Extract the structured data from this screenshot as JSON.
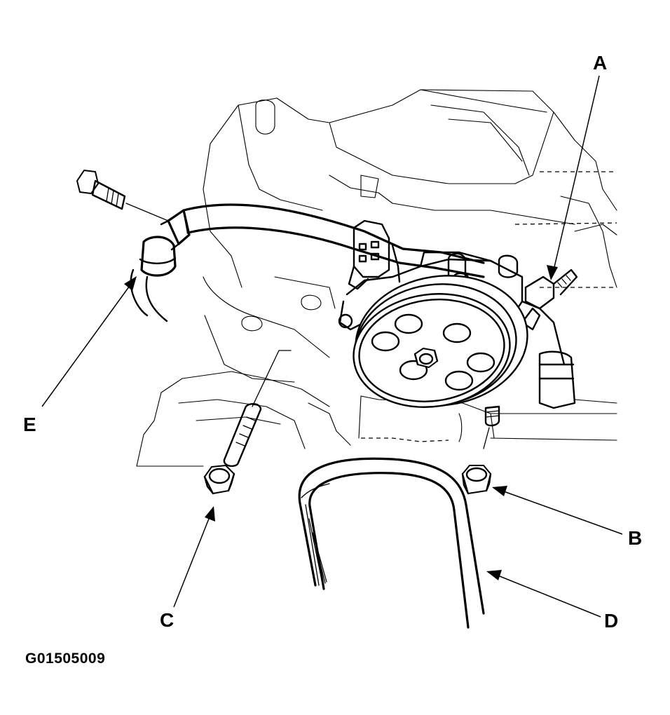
{
  "callouts": {
    "a": "A",
    "b": "B",
    "c": "C",
    "d": "D",
    "e": "E"
  },
  "figure_code": "G01505009",
  "colors": {
    "line": "#000000",
    "background": "#ffffff"
  }
}
